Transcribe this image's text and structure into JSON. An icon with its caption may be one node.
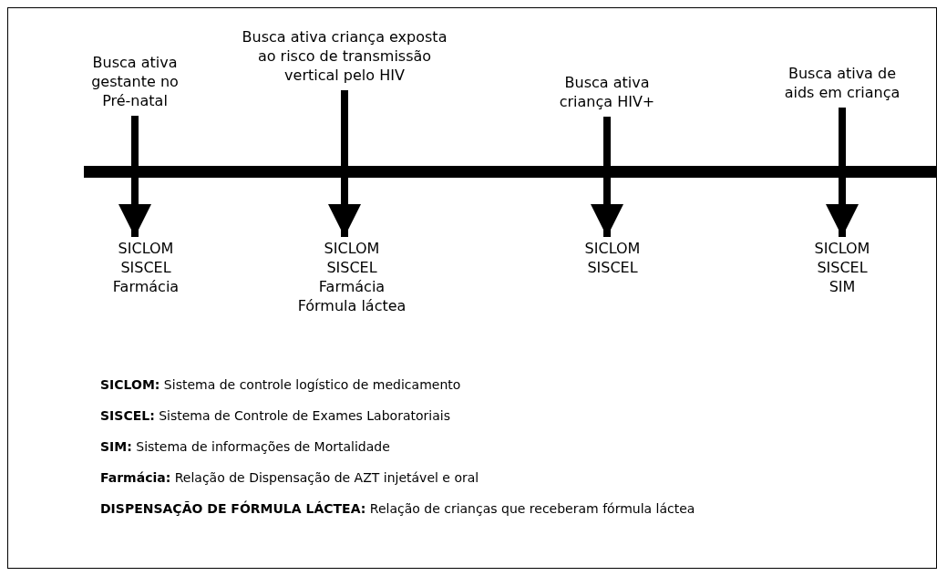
{
  "diagram": {
    "nodes": [
      {
        "text": [
          "Busca ativa gestante no Pré-natal"
        ]
      },
      {
        "text": [
          "Busca ativa criança exposta ao risco de transmissão vertical pelo HIV"
        ]
      },
      {
        "text": [
          "Busca ativa criança HIV+"
        ]
      },
      {
        "text": [
          "Busca ativa de aids em criança"
        ]
      },
      {
        "text": [
          "SICLOM",
          "SISCEL",
          "Farmácia"
        ]
      },
      {
        "text": [
          "SICLOM",
          "SISCEL",
          "Farmácia",
          "Fórmula láctea"
        ]
      },
      {
        "text": [
          "SICLOM",
          "SISCEL"
        ]
      },
      {
        "text": [
          "SICLOM",
          "SISCEL",
          "SIM"
        ]
      }
    ],
    "edges": [
      {
        "from": 0,
        "to": 4,
        "arrow": "to"
      },
      {
        "from": 1,
        "to": 5,
        "arrow": "to"
      },
      {
        "from": 2,
        "to": 6,
        "arrow": "to"
      },
      {
        "from": 3,
        "to": 7,
        "arrow": "to"
      }
    ],
    "labels": [
      "**SICLOM:** Sistema de controle logístico de medicamento",
      "**SISCEL:** Sistema de Controle de Exames Laboratoriais",
      "**SIM:** Sistema de informações de Mortalidade",
      "**Farmácia:** Relação de Dispensação de AZT injetável e oral",
      "**DISPENSAÇÃO DE FÓRMULA LÁCTEA:** Relação de crianças que receberam fórmula láctea"
    ]
  }
}
